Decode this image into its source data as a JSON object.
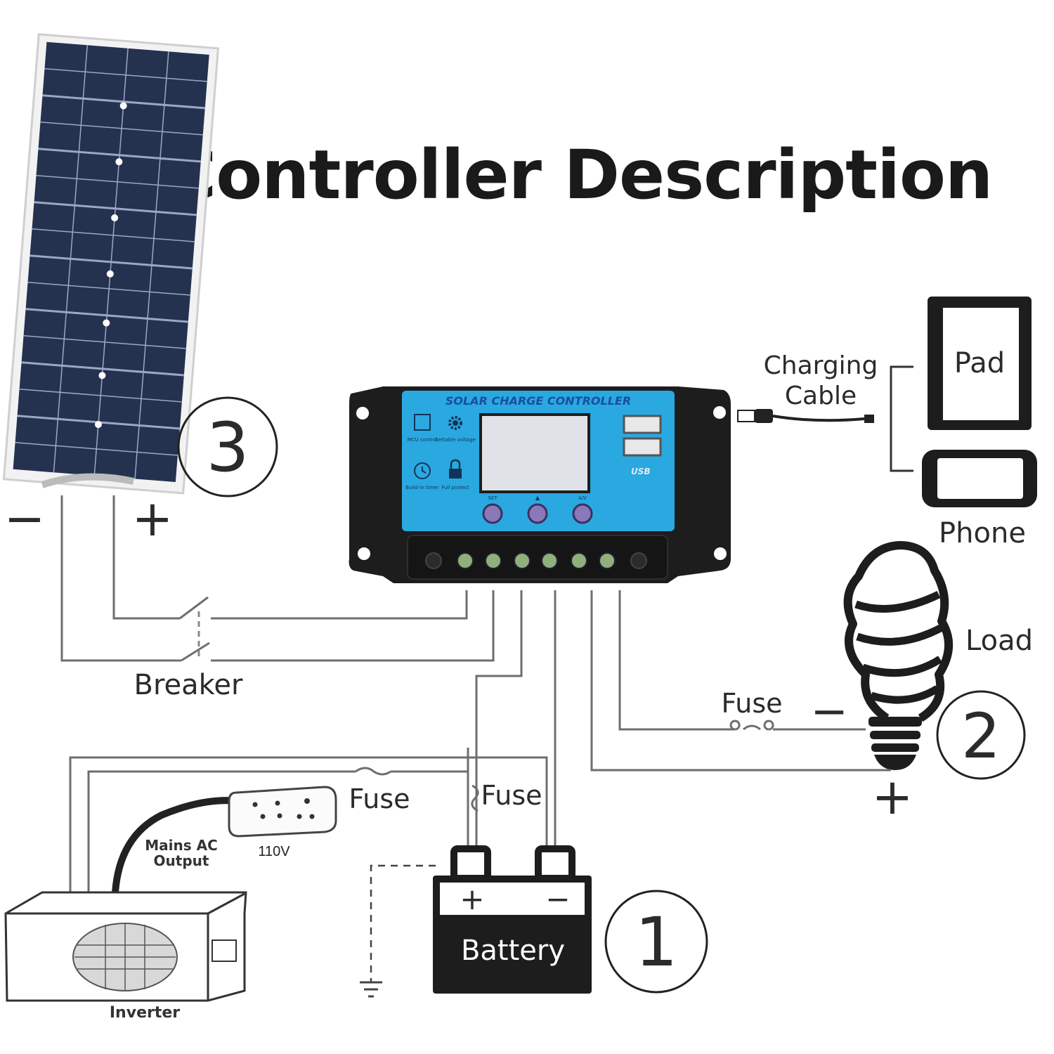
{
  "title": "Controller Description",
  "controller": {
    "label": "SOLAR CHARGE CONTROLLER",
    "usb_label": "USB",
    "features": [
      {
        "icon": "mcu-chip-icon",
        "text": "MCU control"
      },
      {
        "icon": "gear-icon",
        "text": "Settable voltage"
      },
      {
        "icon": "clock-icon",
        "text": "Build-in timer"
      },
      {
        "icon": "lock-icon",
        "text": "Full protect"
      }
    ],
    "buttons": [
      "SET",
      "▲",
      "A/V"
    ],
    "colors": {
      "face": "#2aa8e0",
      "body": "#1d1d1d",
      "label": "#1a4fa0"
    }
  },
  "labels": {
    "marker_3": "3",
    "marker_2": "2",
    "marker_1": "1",
    "minus": "−",
    "plus": "+",
    "breaker": "Breaker",
    "charging_cable": [
      "Charging",
      "Cable"
    ],
    "pad": "Pad",
    "phone": "Phone",
    "load": "Load",
    "fuse_load": "Fuse",
    "fuse_main": "Fuse",
    "fuse_vertical": "Fuse",
    "mains_ac_output": [
      "Mains AC",
      "Output"
    ],
    "voltage": "110V",
    "battery": "Battery",
    "battery_plus": "+",
    "battery_minus": "−",
    "inverter": "Inverter"
  }
}
